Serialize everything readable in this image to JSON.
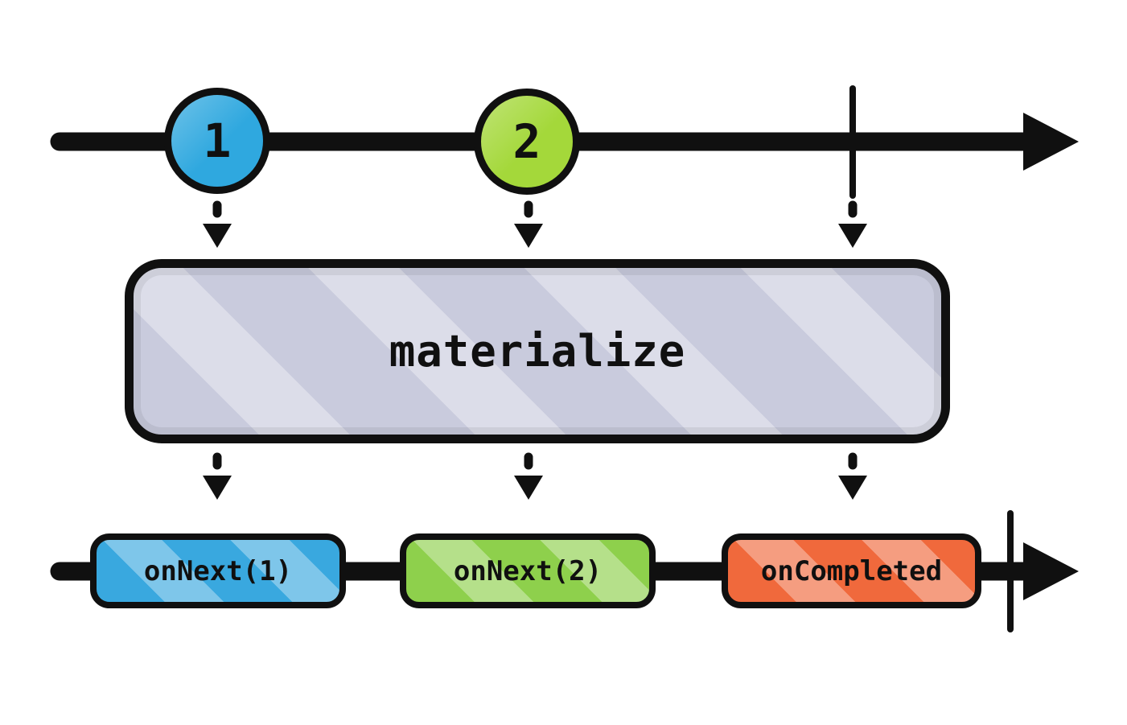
{
  "colors": {
    "ink": "#101010",
    "background": "#ffffff"
  },
  "source_timeline": {
    "marbles": [
      {
        "label": "1",
        "color": "#2fa8df"
      },
      {
        "label": "2",
        "color": "#a4d83a"
      }
    ]
  },
  "operator": {
    "label": "materialize",
    "color": "#c9cbdd"
  },
  "result_timeline": {
    "events": [
      {
        "label": "onNext(1)",
        "color": "#39a8df"
      },
      {
        "label": "onNext(2)",
        "color": "#8ed04c"
      },
      {
        "label": "onCompleted",
        "color": "#f0693c"
      }
    ]
  }
}
